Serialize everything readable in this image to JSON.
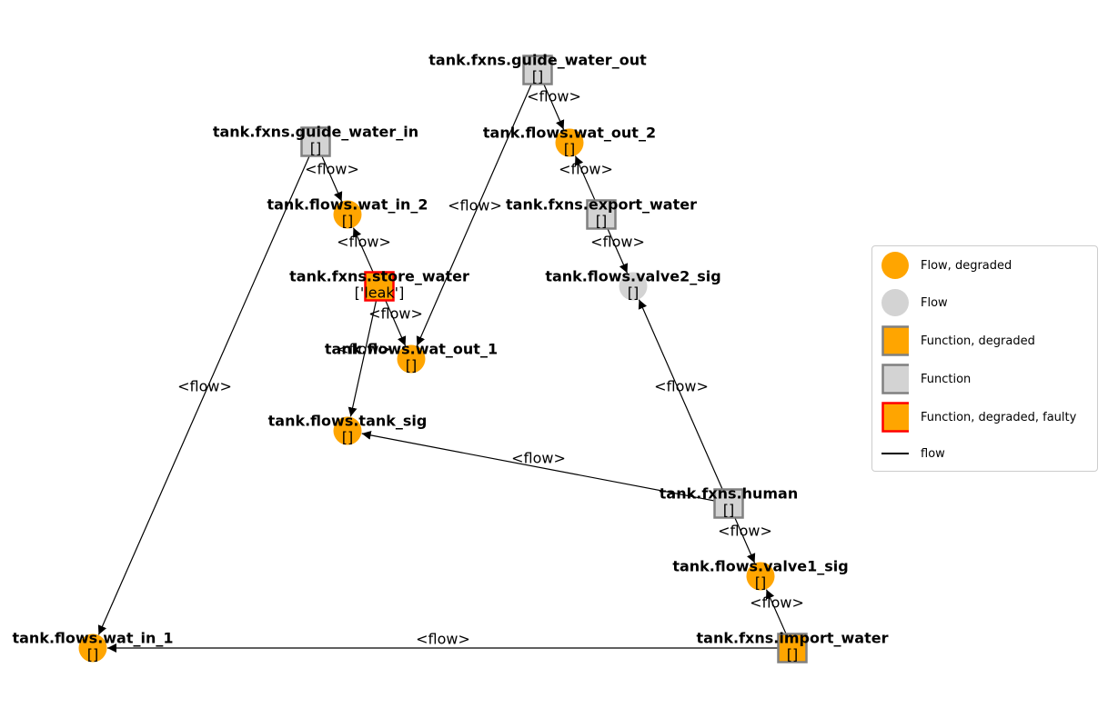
{
  "colors": {
    "degraded": "#ffa500",
    "nominal": "#d3d3d3",
    "function_border": "#808080",
    "faulty_border": "#ff0000",
    "edge": "#000000"
  },
  "nodes": [
    {
      "id": "guide_water_out",
      "label": "tank.fxns.guide_water_out",
      "state": "[]",
      "kind": "function",
      "status": "nominal"
    },
    {
      "id": "wat_out_2",
      "label": "tank.flows.wat_out_2",
      "state": "[]",
      "kind": "flow",
      "status": "degraded"
    },
    {
      "id": "guide_water_in",
      "label": "tank.fxns.guide_water_in",
      "state": "[]",
      "kind": "function",
      "status": "nominal"
    },
    {
      "id": "wat_in_2",
      "label": "tank.flows.wat_in_2",
      "state": "[]",
      "kind": "flow",
      "status": "degraded"
    },
    {
      "id": "export_water",
      "label": "tank.fxns.export_water",
      "state": "[]",
      "kind": "function",
      "status": "nominal"
    },
    {
      "id": "store_water",
      "label": "tank.fxns.store_water",
      "state": "['leak']",
      "kind": "function",
      "status": "faulty"
    },
    {
      "id": "valve2_sig",
      "label": "tank.flows.valve2_sig",
      "state": "[]",
      "kind": "flow",
      "status": "nominal"
    },
    {
      "id": "wat_out_1",
      "label": "tank.flows.wat_out_1",
      "state": "[]",
      "kind": "flow",
      "status": "degraded"
    },
    {
      "id": "tank_sig",
      "label": "tank.flows.tank_sig",
      "state": "[]",
      "kind": "flow",
      "status": "degraded"
    },
    {
      "id": "human",
      "label": "tank.fxns.human",
      "state": "[]",
      "kind": "function",
      "status": "nominal"
    },
    {
      "id": "valve1_sig",
      "label": "tank.flows.valve1_sig",
      "state": "[]",
      "kind": "flow",
      "status": "degraded"
    },
    {
      "id": "wat_in_1",
      "label": "tank.flows.wat_in_1",
      "state": "[]",
      "kind": "flow",
      "status": "degraded"
    },
    {
      "id": "import_water",
      "label": "tank.fxns.import_water",
      "state": "[]",
      "kind": "function",
      "status": "degraded"
    }
  ],
  "edges": [
    {
      "from": "guide_water_out",
      "to": "wat_out_2",
      "label": "<flow>"
    },
    {
      "from": "guide_water_out",
      "to": "wat_out_1",
      "label": "<flow>"
    },
    {
      "from": "export_water",
      "to": "wat_out_2",
      "label": "<flow>"
    },
    {
      "from": "export_water",
      "to": "valve2_sig",
      "label": "<flow>"
    },
    {
      "from": "guide_water_in",
      "to": "wat_in_2",
      "label": "<flow>"
    },
    {
      "from": "guide_water_in",
      "to": "wat_in_1",
      "label": "<flow>"
    },
    {
      "from": "store_water",
      "to": "wat_in_2",
      "label": "<flow>"
    },
    {
      "from": "store_water",
      "to": "wat_out_1",
      "label": "<flow>"
    },
    {
      "from": "store_water",
      "to": "tank_sig",
      "label": "<flow>"
    },
    {
      "from": "human",
      "to": "tank_sig",
      "label": "<flow>"
    },
    {
      "from": "human",
      "to": "valve2_sig",
      "label": "<flow>"
    },
    {
      "from": "human",
      "to": "valve1_sig",
      "label": "<flow>"
    },
    {
      "from": "import_water",
      "to": "valve1_sig",
      "label": "<flow>"
    },
    {
      "from": "import_water",
      "to": "wat_in_1",
      "label": "<flow>"
    }
  ],
  "legend": {
    "items": [
      {
        "label": "Flow, degraded",
        "marker": "circle",
        "status": "degraded"
      },
      {
        "label": "Flow",
        "marker": "circle",
        "status": "nominal"
      },
      {
        "label": "Function, degraded",
        "marker": "square",
        "status": "degraded"
      },
      {
        "label": "Function",
        "marker": "square",
        "status": "nominal"
      },
      {
        "label": "Function, degraded, faulty",
        "marker": "square",
        "status": "faulty"
      },
      {
        "label": "flow",
        "marker": "line",
        "status": "edge"
      }
    ]
  }
}
